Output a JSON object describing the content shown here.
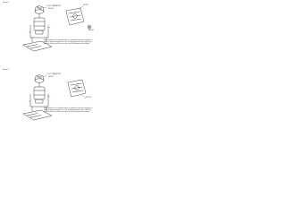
{
  "page": {
    "background": "#ffffff",
    "line_color": "#2e2e2e"
  },
  "figure1": {
    "label": "Figure 1",
    "title": "7-3/4\" DIAMETER",
    "part_codes": [
      "R0131",
      "R0132",
      "R0100"
    ],
    "note": "Some models use a cleanable mesh or washable capacitor mounted in a bracket; replace both parts as a kit. To identify models, refer to the filter plate on the frame of the unit or the Parts list (Evaporator Fan Motor)."
  },
  "figure2": {
    "label": "Figure 2",
    "title": "7-3/4\" DIAMETER",
    "part_codes": [
      "R0131",
      "R0159"
    ],
    "note": "Some models use a cleanable mesh or washable capacitor mounted in a bracket; replace both parts as a kit. To identify models, refer to the filter plate on the frame of the unit or the Parts list (Evaporator Fan Motor)."
  }
}
